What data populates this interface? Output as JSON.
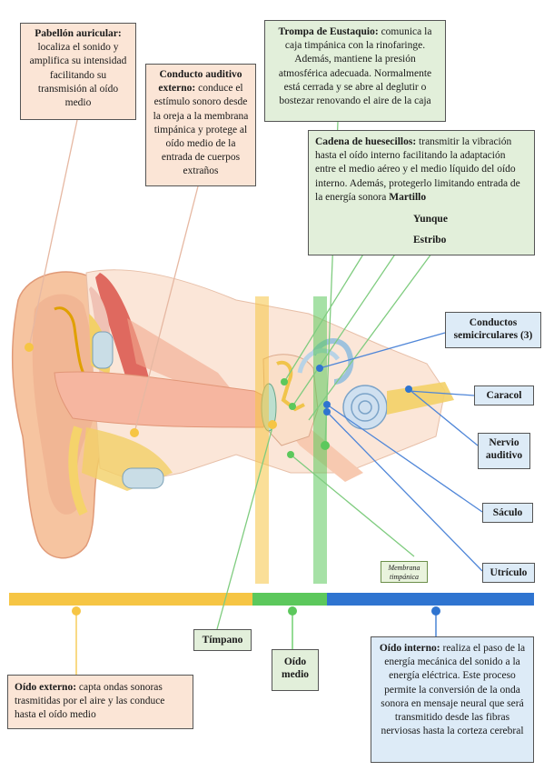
{
  "boxes": {
    "pabellon": {
      "title": "Pabellón auricular:",
      "text": "localiza el sonido y amplifica su intensidad facilitando su transmisión al oído medio"
    },
    "conducto": {
      "title": "Conducto auditivo externo:",
      "text": "conduce el estímulo sonoro desde la oreja a la membrana timpánica y protege al oído medio de la entrada de cuerpos extraños"
    },
    "trompa": {
      "title": "Trompa de Eustaquio:",
      "text": "comunica la caja timpánica con la rinofaringe. Además, mantiene la presión atmosférica adecuada. Normalmente está cerrada y se abre al deglutir o bostezar renovando el aire de la caja"
    },
    "cadena": {
      "title": "Cadena de huesecillos:",
      "text": "transmitir la vibración hasta el oído interno facilitando la adaptación entre el medio aéreo y el medio líquido del oído interno. Además, protegerlo limitando entrada de la energía sonora",
      "martillo": "Martillo",
      "yunque": "Yunque",
      "estribo": "Estribo"
    },
    "externo": {
      "title": "Oído externo:",
      "text": "capta ondas sonoras trasmitidas por el aire y las conduce hasta el oído medio"
    },
    "interno": {
      "title": "Oído interno:",
      "text": "realiza el paso de la energía mecánica del sonido a la energía eléctrica. Este proceso permite la conversión de la onda sonora en mensaje neural que será transmitido desde las fibras nerviosas hasta la corteza cerebral"
    }
  },
  "labels": {
    "conductos": "Conductos semicirculares (3)",
    "caracol": "Caracol",
    "nervio": "Nervio auditivo",
    "saculo": "Sáculo",
    "utriculo": "Utrículo",
    "timpano": "Tímpano",
    "oido_medio": "Oído medio",
    "membrana_1": "Membrana",
    "membrana_2": "timpánica"
  },
  "colors": {
    "orange_box": "#fbe5d6",
    "green_box": "#e2efda",
    "blue_box": "#ddebf7",
    "external_bar": "#f6c544",
    "middle_bar": "#5cc85c",
    "inner_bar": "#2f74d0"
  }
}
